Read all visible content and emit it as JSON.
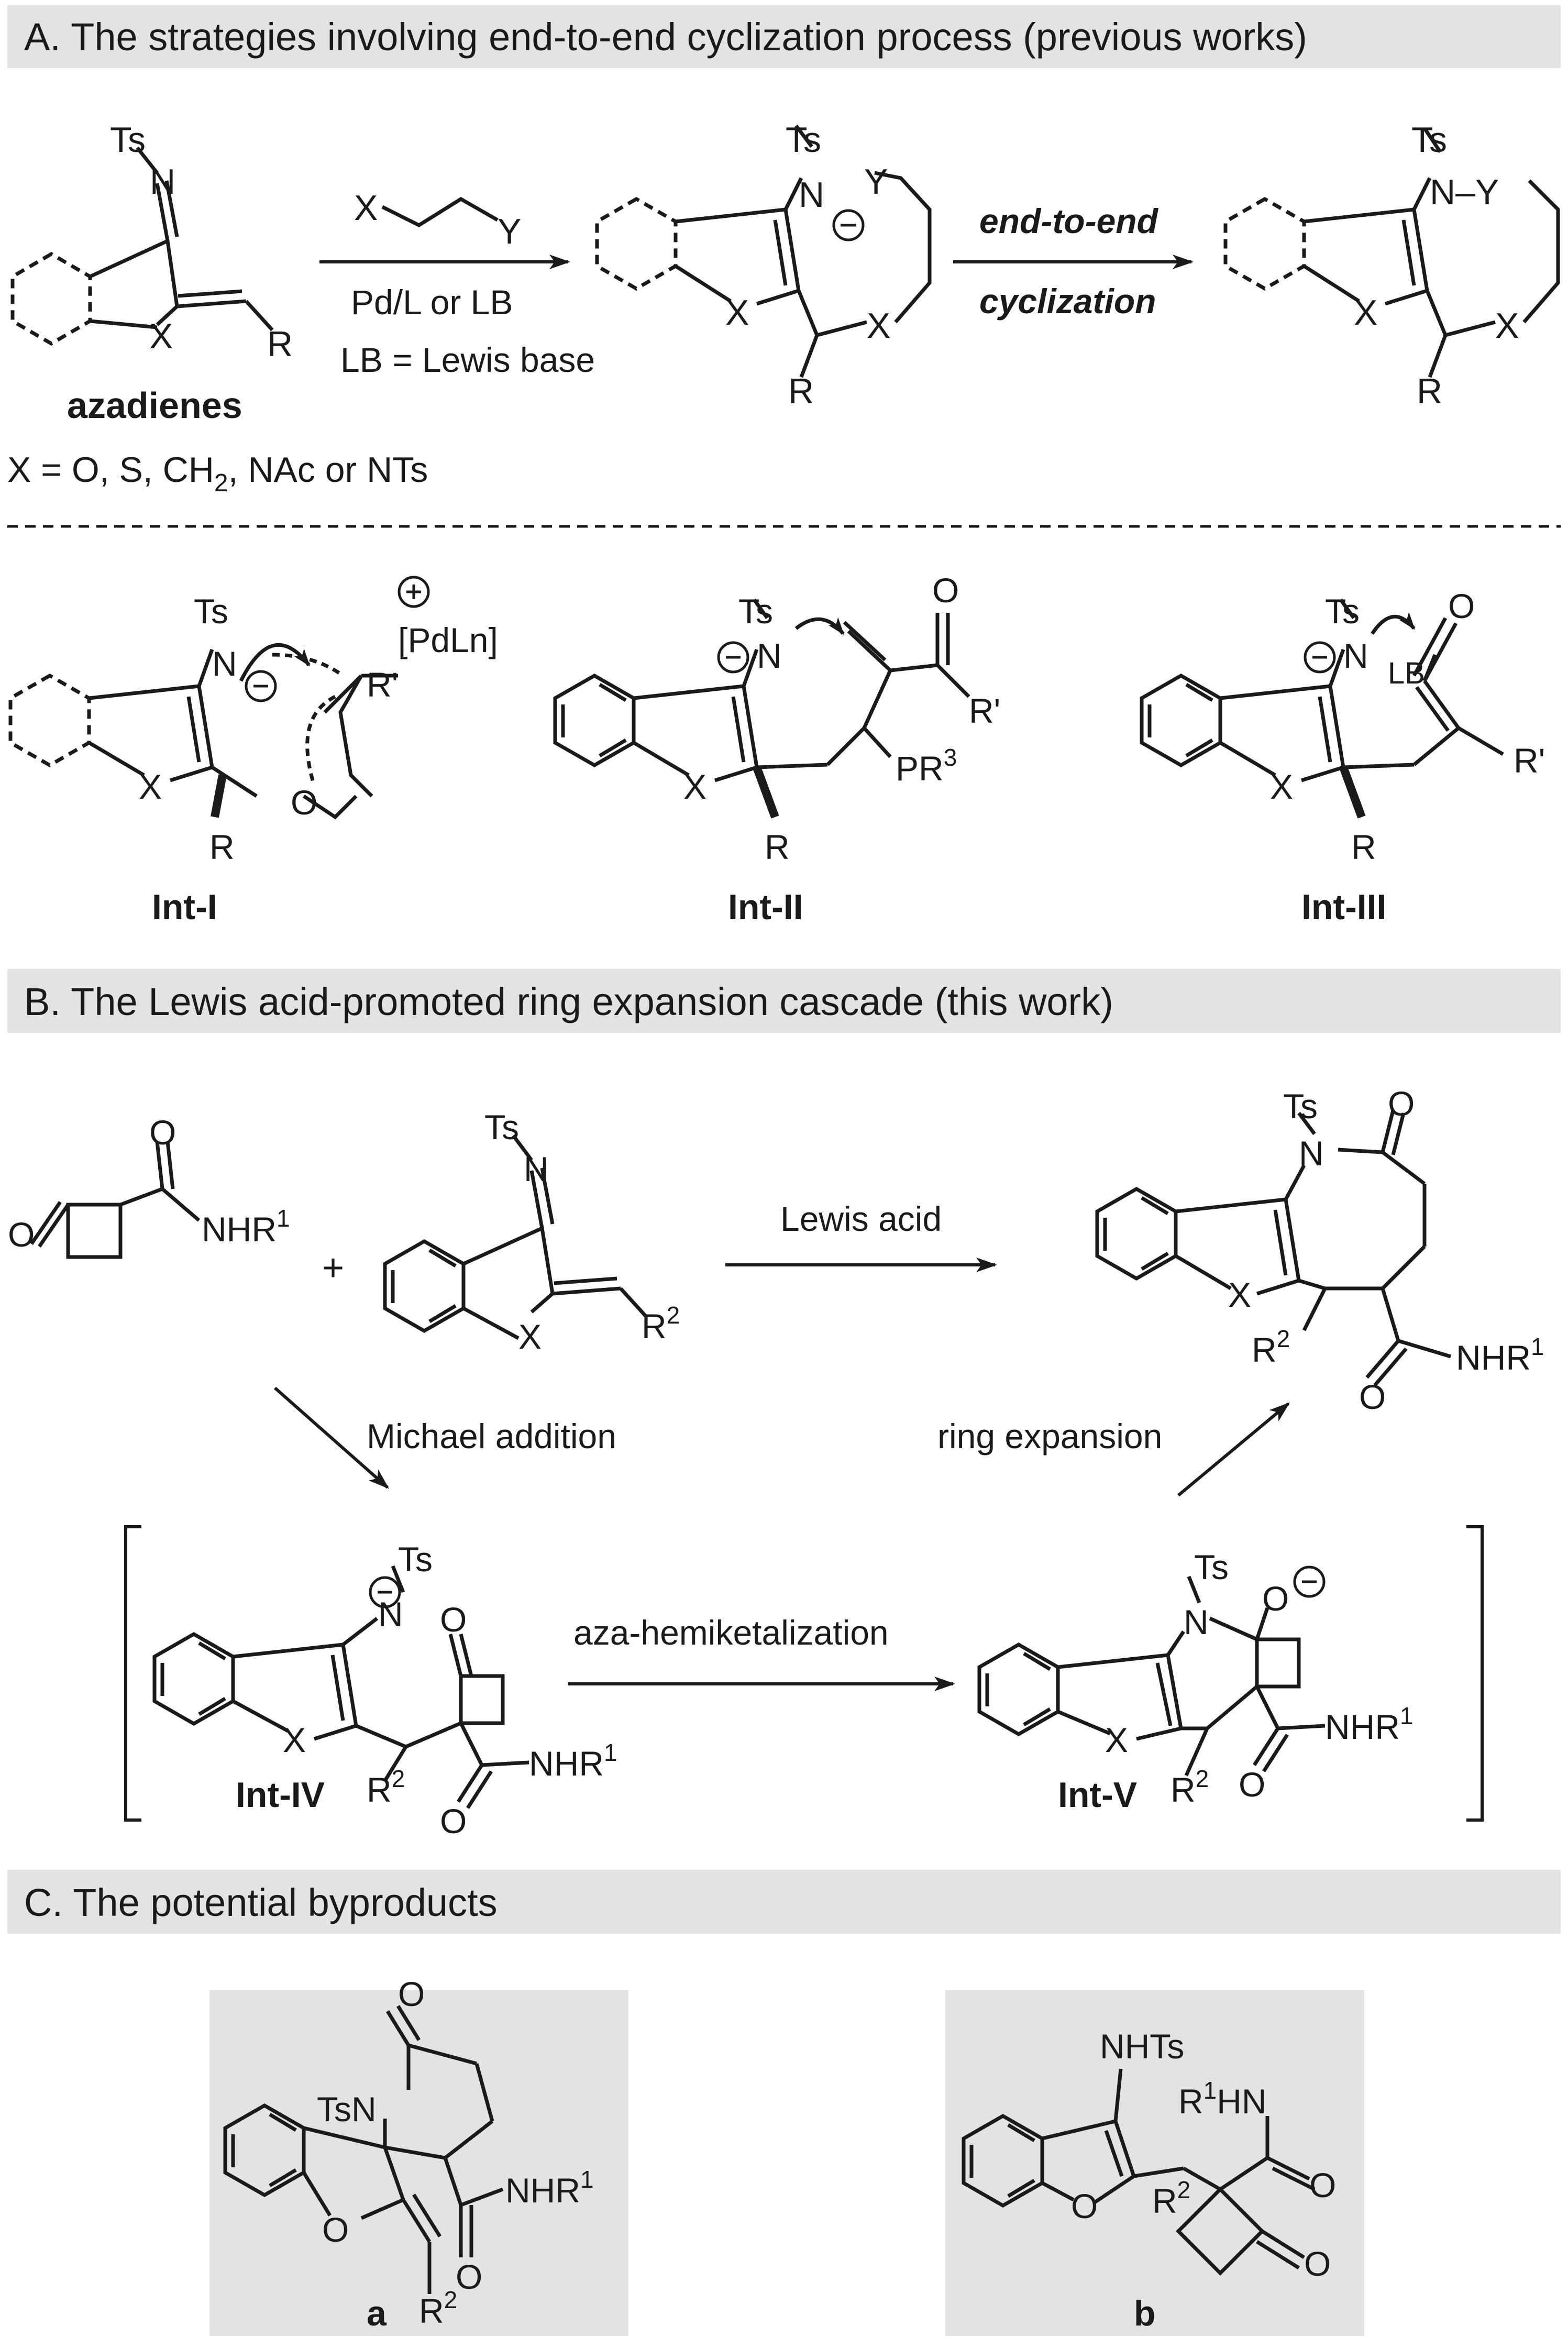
{
  "sections": {
    "a_title": "A. The strategies involving end-to-end cyclization process (previous works)",
    "b_title": "B. The Lewis acid-promoted ring expansion cascade (this work)",
    "c_title": "C. The potential byproducts"
  },
  "part_a": {
    "azadiene_label": "azadienes",
    "x_definition": "X = O, S, CH",
    "x_definition_sub": "2",
    "x_definition_tail": ", NAc or NTs",
    "reagent": "X",
    "reagent_y": "Y",
    "arrow1_cond1": "Pd/L or LB",
    "arrow1_cond2": "LB = Lewis base",
    "arrow2_top": "end-to-end",
    "arrow2_bottom": "cyclization",
    "int_labels": [
      "Int-I",
      "Int-II",
      "Int-III"
    ],
    "pd_label": "[PdLn]",
    "lb_label": "LB",
    "pr3_label": "PR",
    "pr3_sup": "3"
  },
  "part_b": {
    "arrow_top": "Lewis acid",
    "michael": "Michael addition",
    "ring_expansion": "ring expansion",
    "aza": "aza-hemiketalization",
    "int_labels": [
      "Int-IV",
      "Int-V"
    ]
  },
  "part_c": {
    "label_a": "a",
    "label_b": "b",
    "nhts": "NHTs",
    "tsn": "TsN"
  },
  "atoms": {
    "ts": "Ts",
    "n": "N",
    "x": "X",
    "y": "Y",
    "o": "O",
    "r": "R",
    "r_prime": "R'",
    "nhr": "NHR",
    "sup1": "1",
    "sup2": "2",
    "r1hn": "HN",
    "n_minus_y": "N–Y",
    "plus": "+"
  }
}
